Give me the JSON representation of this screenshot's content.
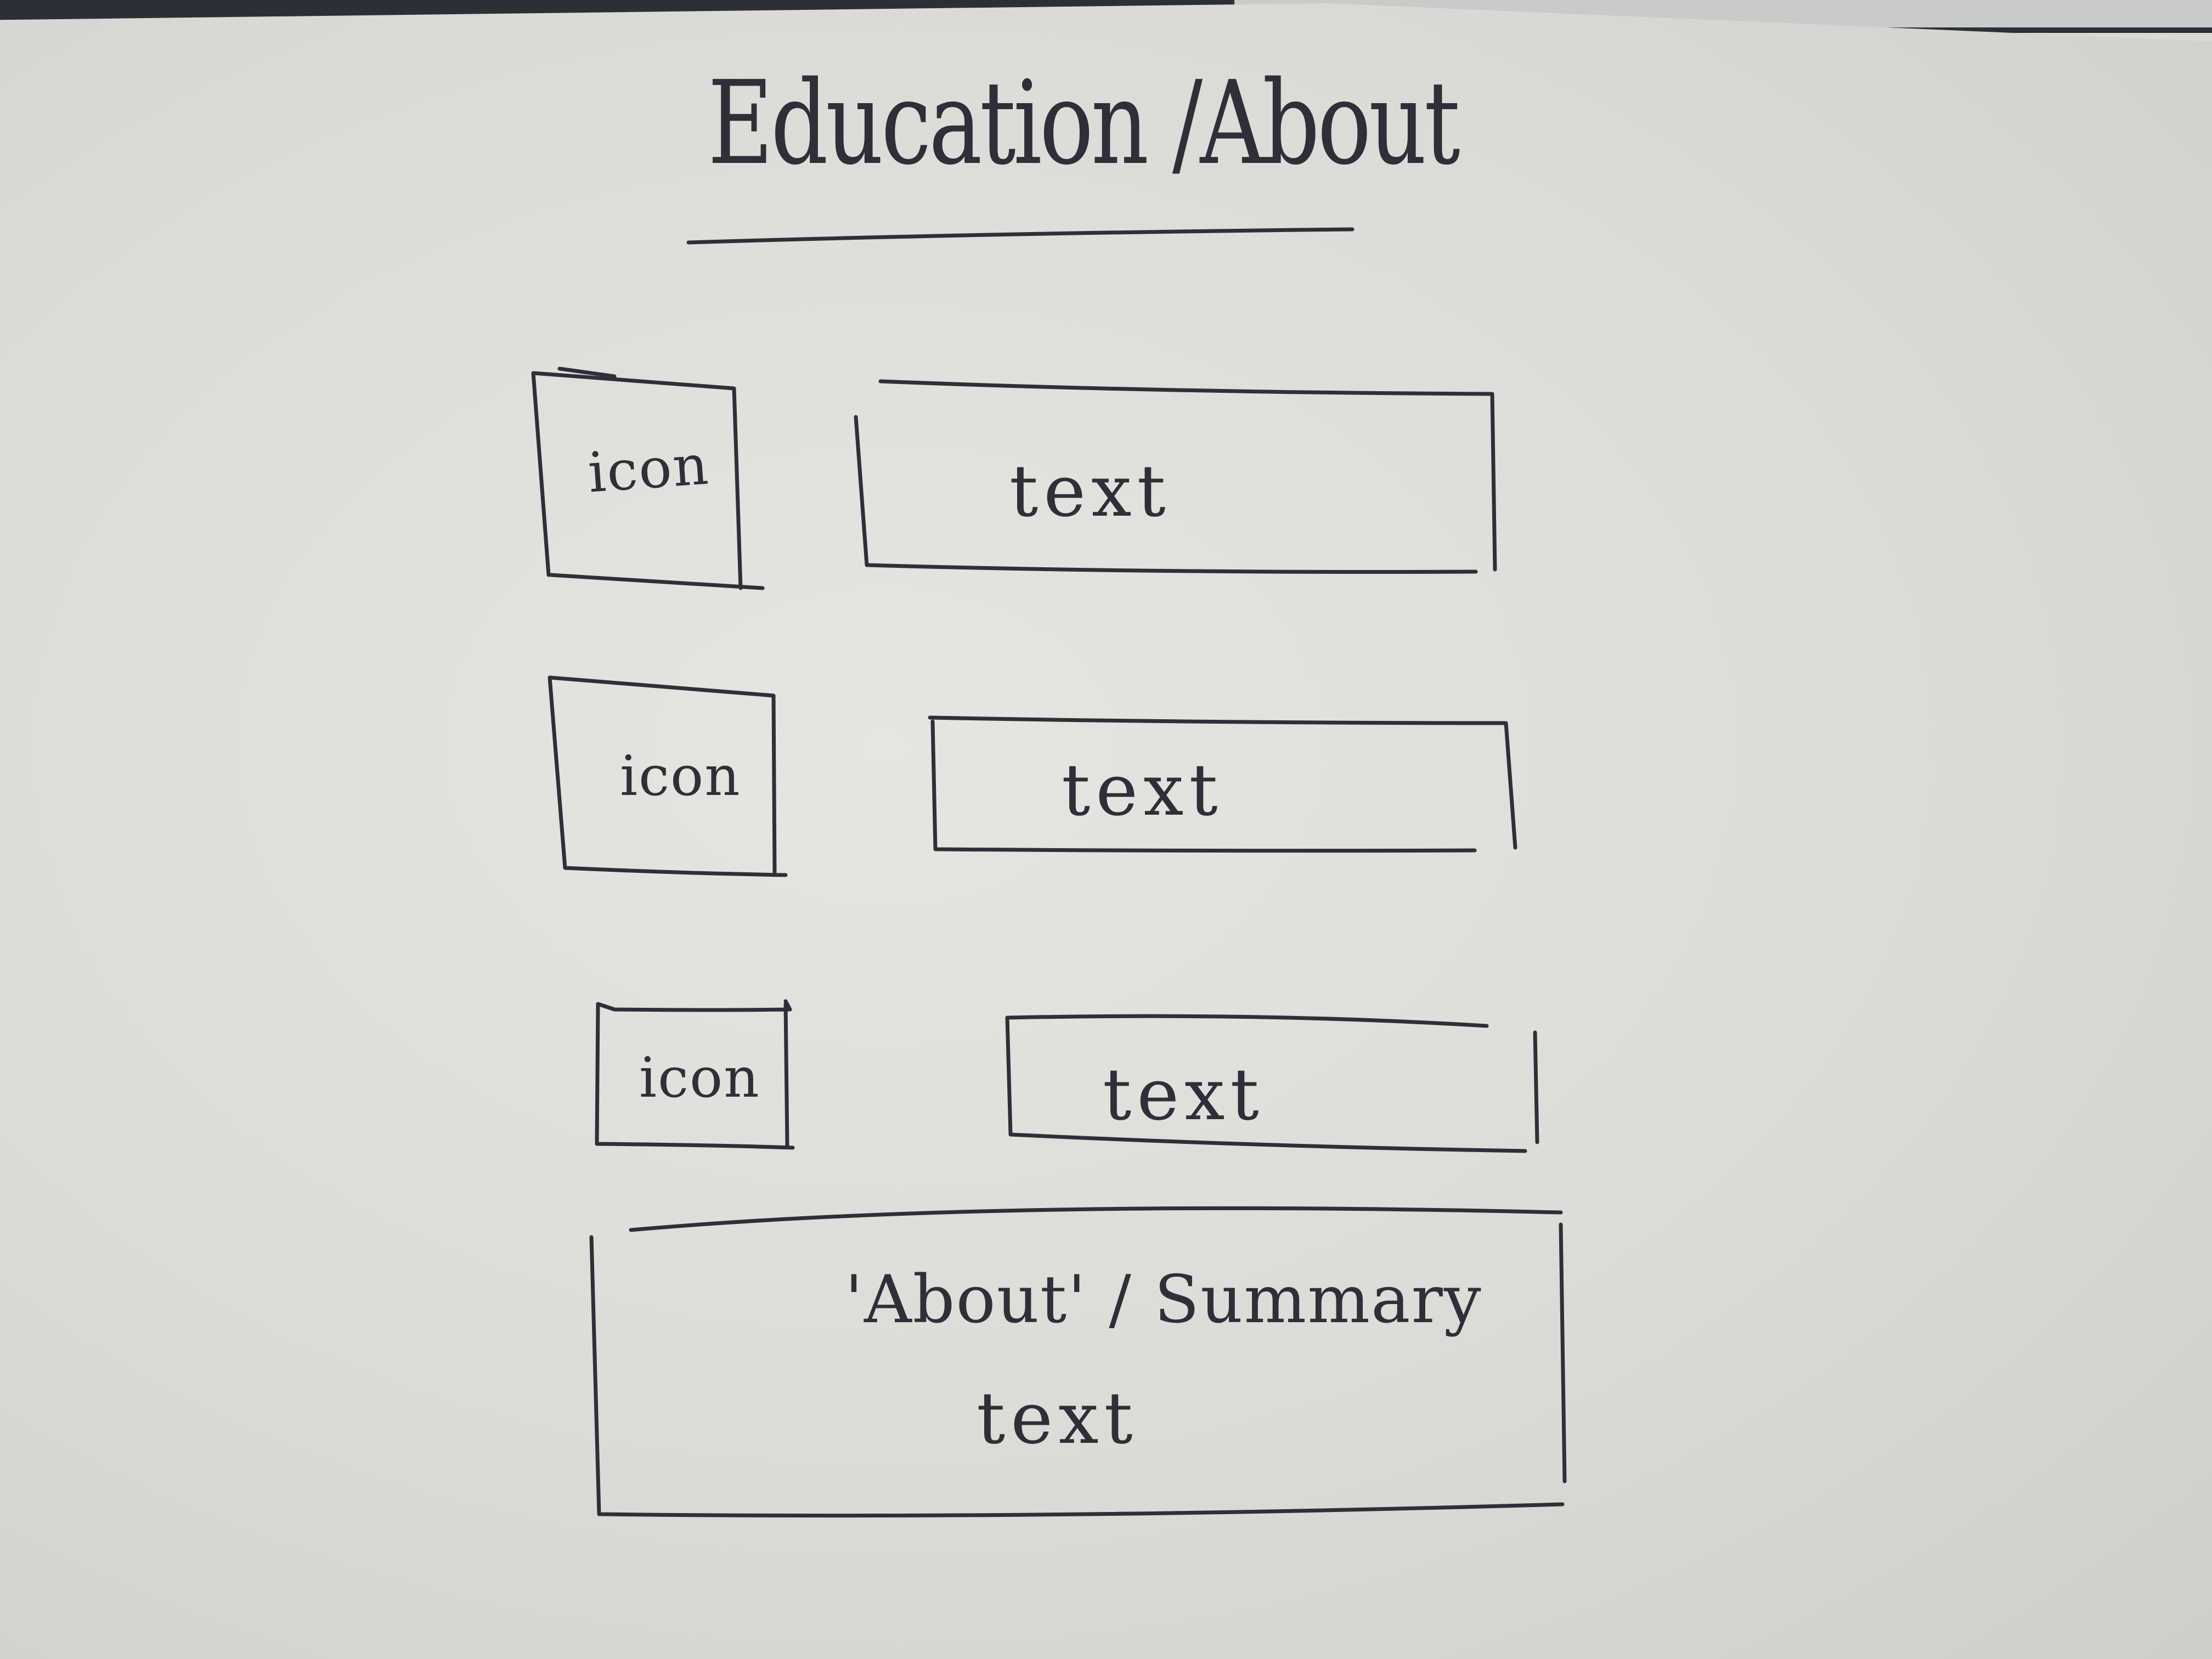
{
  "title": "Education /About",
  "rows": [
    {
      "icon_label": "icon",
      "text_label": "text"
    },
    {
      "icon_label": "icon",
      "text_label": "text"
    },
    {
      "icon_label": "icon",
      "text_label": "text"
    }
  ],
  "summary_box": {
    "heading": "'About' / Summary",
    "body": "text"
  },
  "colors": {
    "ink": "#2e2f38",
    "paper": "#dfdedb",
    "desk": "#2c3036"
  }
}
